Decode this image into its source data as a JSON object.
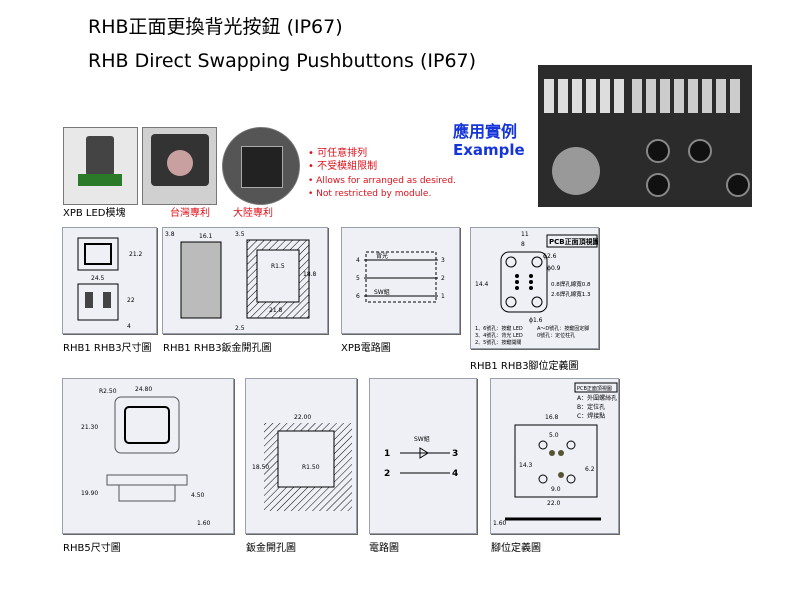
{
  "title_zh": "RHB正面更換背光按鈕 (IP67)",
  "title_en": "RHB Direct Swapping Pushbuttons (IP67)",
  "example": {
    "zh": "應用實例",
    "en": "Example"
  },
  "bullets": [
    "• 可任意排列",
    "• 不受模組限制",
    "• Allows for arranged as desired.",
    "• Not restricted by module."
  ],
  "photo_captions": {
    "led_module": "XPB LED模塊",
    "taiwan_patent": "台灣專利",
    "china_patent": "大陸專利"
  },
  "diagrams": {
    "rhb13_dim": {
      "caption": "RHB1 RHB3尺寸圖",
      "labels": [
        "21.2",
        "24.5",
        "22",
        "4"
      ]
    },
    "rhb13_cutout": {
      "caption": "RHB1 RHB3鈑金開孔圖",
      "labels": [
        "3.8",
        "16.1",
        "3.5",
        "R1.5",
        "18.8",
        "21.8",
        "2.5"
      ]
    },
    "xpb_circuit": {
      "caption": "XPB電路圖",
      "labels": [
        "4",
        "5",
        "6",
        "3",
        "2",
        "1",
        "背光",
        "SW組"
      ]
    },
    "rhb13_pin": {
      "caption": "RHB1 RHB3腳位定義圖",
      "labels": [
        "11",
        "8",
        "ϕ2.6",
        "ϕ0.9",
        "14.4",
        "ϕ1.6",
        "PCB正面頂視圖",
        "0.8焊孔線寬0.8",
        "2.6焊孔線寬1.3",
        "1、6號孔：按鍵 LED",
        "3、4號孔：背光 LED",
        "2、5號孔：按鍵開關",
        "A～D號孔：按鍵固定腳",
        "0號孔：定位柱孔"
      ]
    },
    "rhb5_dim": {
      "caption": "RHB5尺寸圖",
      "labels": [
        "24.80",
        "R2.50",
        "21.30",
        "19.90",
        "4.50",
        "1.60"
      ]
    },
    "rhb5_cutout": {
      "caption": "鈑金開孔圖",
      "labels": [
        "22.00",
        "18.50",
        "R1.50"
      ]
    },
    "rhb5_circuit": {
      "caption": "電路圖",
      "labels": [
        "SW組",
        "1",
        "3",
        "2",
        "4"
      ]
    },
    "rhb5_pin": {
      "caption": "腳位定義圖",
      "labels": [
        "PCB正面頂視圖",
        "A：外圍螺絲孔",
        "B：定位孔",
        "C：焊接點",
        "16.8",
        "5.0",
        "14.3",
        "6.2",
        "9.0",
        "22.0",
        "1.60"
      ]
    }
  },
  "colors": {
    "accent_red": "#e0101a",
    "example_blue": "#1535d8",
    "panel_bg": "#eef0f6"
  }
}
